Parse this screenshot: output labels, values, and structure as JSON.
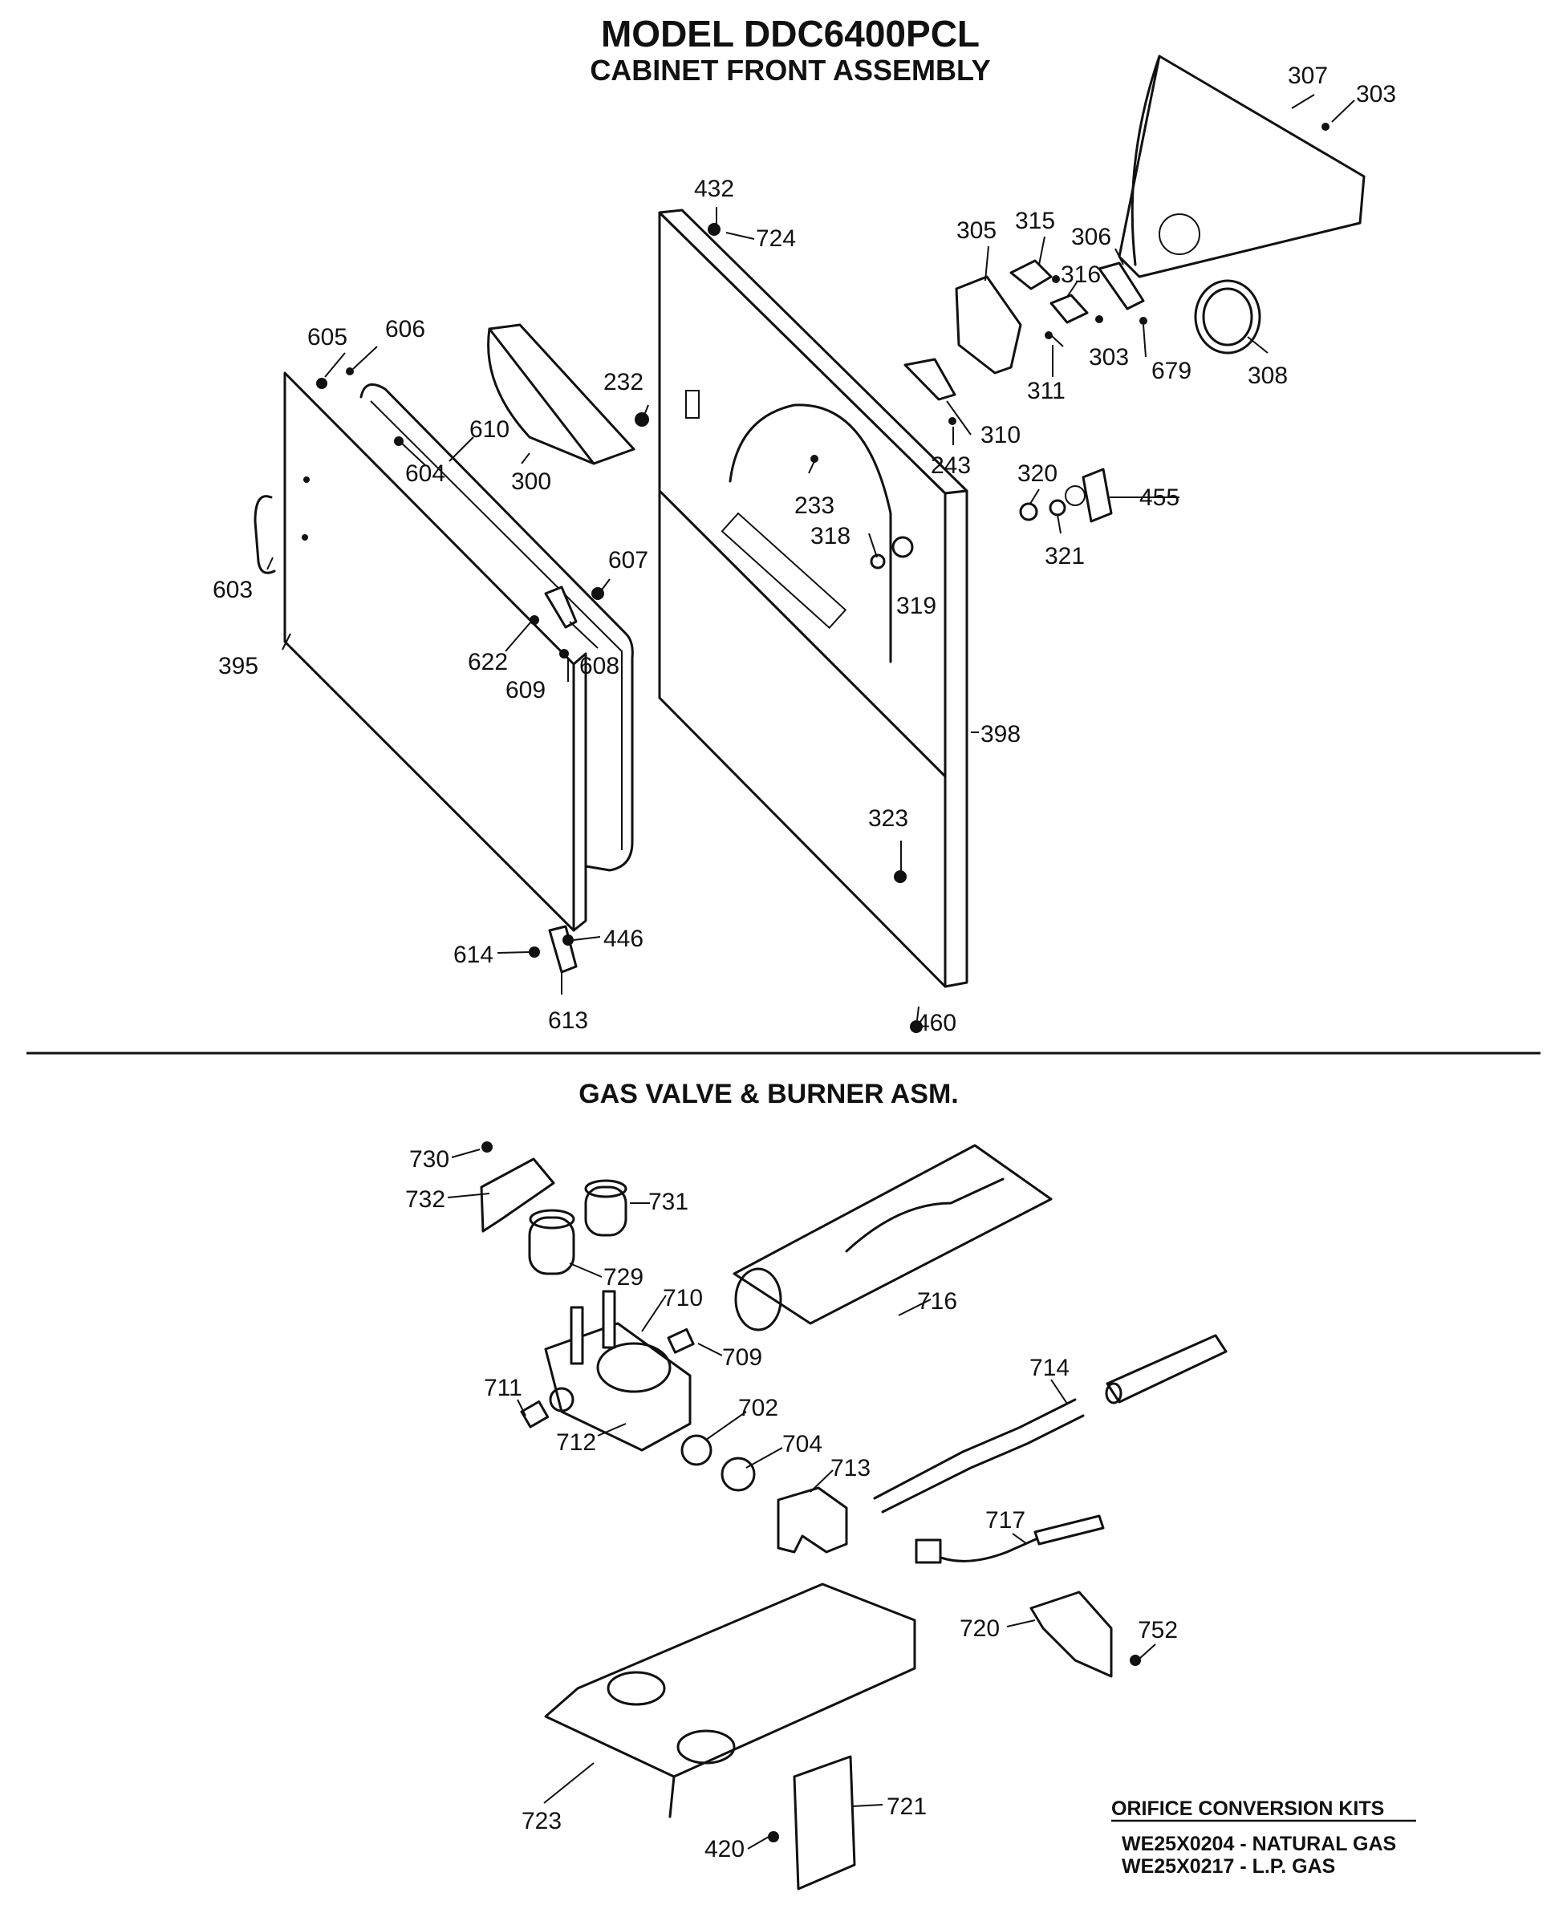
{
  "header": {
    "model": "MODEL DDC6400PCL",
    "section1": "CABINET FRONT ASSEMBLY",
    "section2": "GAS VALVE & BURNER ASM."
  },
  "cabinet_labels": {
    "p307": "307",
    "p303a": "303",
    "p432": "432",
    "p724": "724",
    "p305": "305",
    "p315": "315",
    "p306": "306",
    "p316": "316",
    "p303b": "303",
    "p679": "679",
    "p308": "308",
    "p311": "311",
    "p605": "605",
    "p606": "606",
    "p232": "232",
    "p310": "310",
    "p610": "610",
    "p604": "604",
    "p300": "300",
    "p243": "243",
    "p320": "320",
    "p455": "455",
    "p233": "233",
    "p318": "318",
    "p319": "319",
    "p321": "321",
    "p603": "603",
    "p607": "607",
    "p622": "622",
    "p608": "608",
    "p395": "395",
    "p609": "609",
    "p398": "398",
    "p323": "323",
    "p446": "446",
    "p614": "614",
    "p613": "613",
    "p460": "460"
  },
  "gas_labels": {
    "p730": "730",
    "p732": "732",
    "p731": "731",
    "p729": "729",
    "p716": "716",
    "p710": "710",
    "p709": "709",
    "p711": "711",
    "p702": "702",
    "p714": "714",
    "p712": "712",
    "p704": "704",
    "p713": "713",
    "p717": "717",
    "p720": "720",
    "p752": "752",
    "p723": "723",
    "p721": "721",
    "p420": "420"
  },
  "orifice_kits": {
    "title": "ORIFICE CONVERSION KITS",
    "natural_gas": "WE25X0204 - NATURAL GAS",
    "lp_gas": "WE25X0217 - L.P. GAS"
  }
}
